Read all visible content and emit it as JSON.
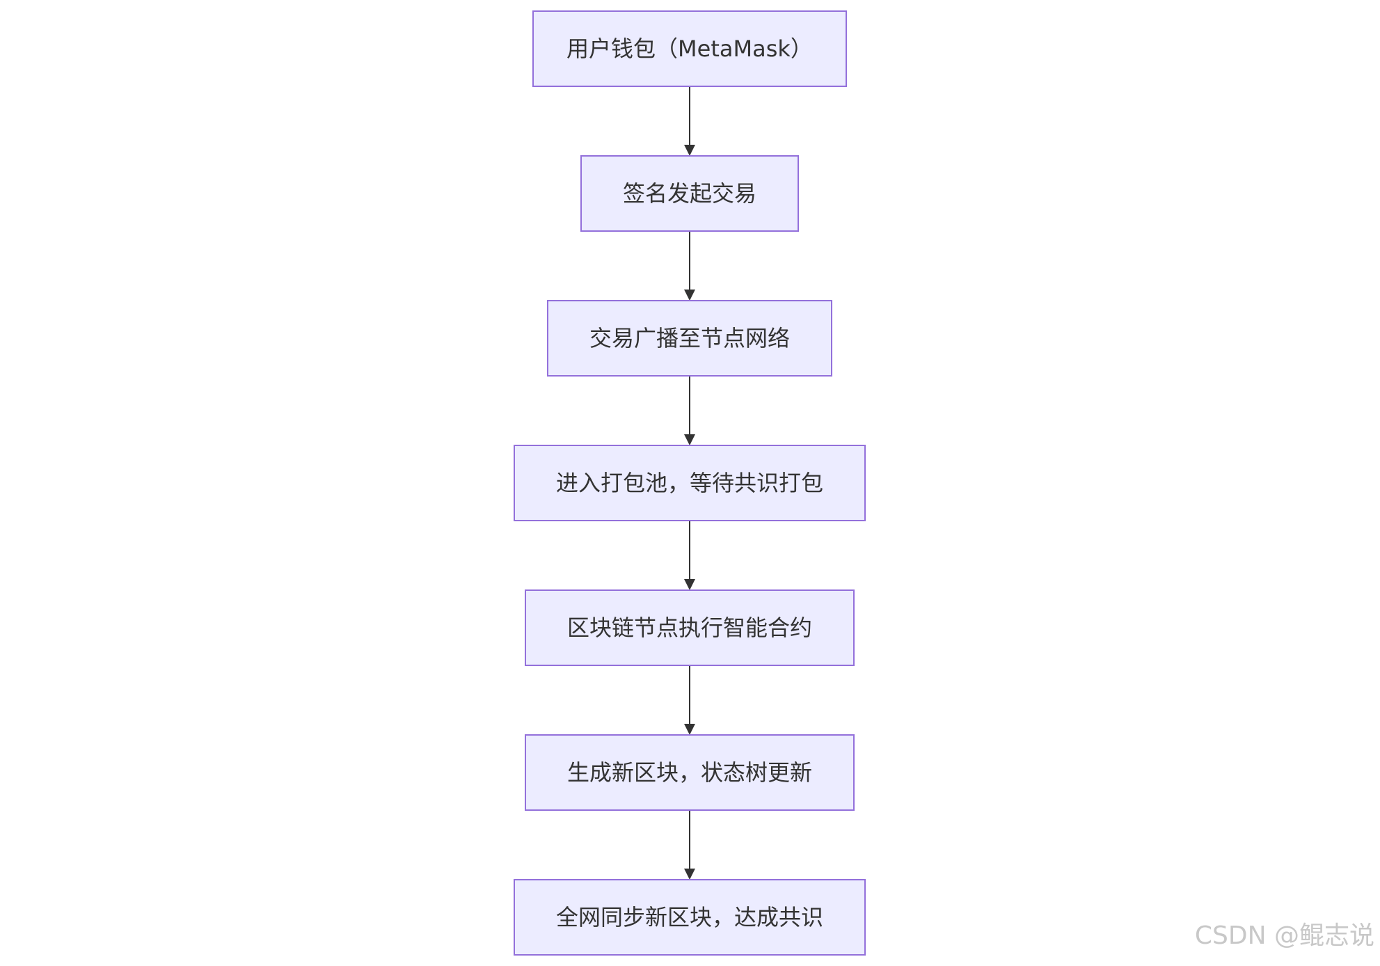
{
  "flowchart": {
    "nodes": [
      {
        "id": "wallet",
        "label": "用户钱包（MetaMask）"
      },
      {
        "id": "sign",
        "label": "签名发起交易"
      },
      {
        "id": "broadcast",
        "label": "交易广播至节点网络"
      },
      {
        "id": "mempool",
        "label": "进入打包池，等待共识打包"
      },
      {
        "id": "execute",
        "label": "区块链节点执行智能合约"
      },
      {
        "id": "newblock",
        "label": "生成新区块，状态树更新"
      },
      {
        "id": "sync",
        "label": "全网同步新区块，达成共识"
      }
    ],
    "edges": [
      {
        "from": "wallet",
        "to": "sign"
      },
      {
        "from": "sign",
        "to": "broadcast"
      },
      {
        "from": "broadcast",
        "to": "mempool"
      },
      {
        "from": "mempool",
        "to": "execute"
      },
      {
        "from": "execute",
        "to": "newblock"
      },
      {
        "from": "newblock",
        "to": "sync"
      }
    ],
    "colors": {
      "node_fill": "#ECECFF",
      "node_stroke": "#9370DB",
      "edge": "#333333",
      "text": "#333333"
    }
  },
  "watermark": {
    "text": "CSDN @鲲志说"
  }
}
